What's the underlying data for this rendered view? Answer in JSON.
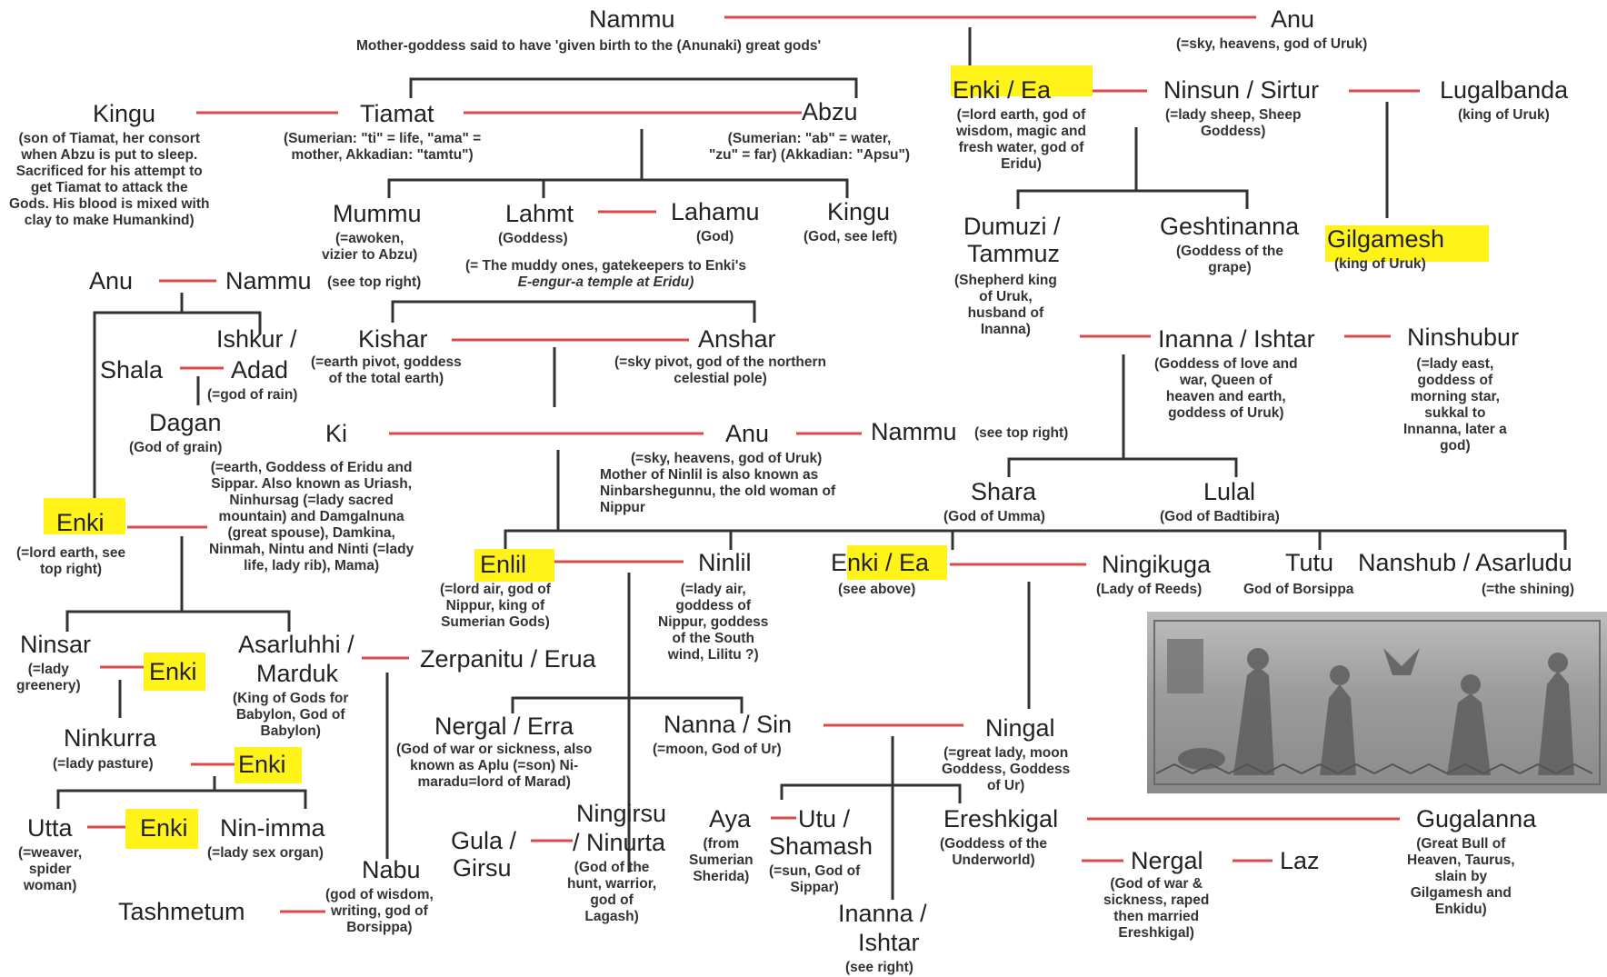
{
  "names": {
    "nammu_top": "Nammu",
    "anu_top": "Anu",
    "enki_ea_top": "Enki / Ea",
    "ninsun": "Ninsun / Sirtur",
    "lugalbanda": "Lugalbanda",
    "kingu_left": "Kingu",
    "tiamat": "Tiamat",
    "abzu": "Abzu",
    "mummu": "Mummu",
    "lahmt": "Lahmt",
    "lahamu": "Lahamu",
    "kingu_mid": "Kingu",
    "dumuzi": "Dumuzi /",
    "tammuz": "Tammuz",
    "geshtinanna": "Geshtinanna",
    "gilgamesh": "Gilgamesh",
    "anu_left": "Anu",
    "nammu_left": "Nammu",
    "ishkur": "Ishkur /",
    "shala": "Shala",
    "adad": "Adad",
    "kishar": "Kishar",
    "anshar": "Anshar",
    "inanna_right": "Inanna / Ishtar",
    "ninshubur": "Ninshubur",
    "dagan": "Dagan",
    "ki": "Ki",
    "anu_mid": "Anu",
    "nammu_mid": "Nammu",
    "shara": "Shara",
    "lulal": "Lulal",
    "enki_left": "Enki",
    "enlil": "Enlil",
    "ninlil": "Ninlil",
    "enki_ea_mid": "Enki / Ea",
    "ningikuga": "Ningikuga",
    "tutu": "Tutu",
    "nanshub": "Nanshub / Asarludu",
    "ninsar": "Ninsar",
    "enki_ninsar": "Enki",
    "asarluhhi": "Asarluhhi /",
    "marduk": "Marduk",
    "zerpanitu": "Zerpanitu / Erua",
    "ninkurra": "Ninkurra",
    "enki_ninkurra": "Enki",
    "nergal_erra": "Nergal / Erra",
    "nanna": "Nanna / Sin",
    "ningal": "Ningal",
    "utta": "Utta",
    "enki_utta": "Enki",
    "ninimma": "Nin-imma",
    "ningirsu": "Ningirsu",
    "gula": "Gula /",
    "girsu": "Girsu",
    "ninurta": "/ Ninurta",
    "aya": "Aya",
    "utu": "Utu /",
    "shamash": "Shamash",
    "ereshkigal": "Ereshkigal",
    "gugalanna": "Gugalanna",
    "nabu": "Nabu",
    "nergal2": "Nergal",
    "laz": "Laz",
    "tashmetum": "Tashmetum",
    "inanna_bottom1": "Inanna /",
    "inanna_bottom2": "Ishtar"
  },
  "notes": {
    "nammu_top": "Mother-goddess said to have 'given birth to the (Anunaki) great gods'",
    "anu_top": "(=sky, heavens, god of Uruk)",
    "enki_ea_top": [
      "(=lord earth, god of",
      "wisdom, magic and",
      "fresh water, god of",
      "Eridu)"
    ],
    "ninsun": [
      "(=lady sheep, Sheep",
      "Goddess)"
    ],
    "lugalbanda": "(king of Uruk)",
    "kingu_left": [
      "(son of Tiamat, her consort",
      "when Abzu is put to sleep.",
      "Sacrificed for his attempt to",
      "get Tiamat to attack the",
      "Gods. His blood is mixed with",
      "clay to make Humankind)"
    ],
    "tiamat": [
      "(Sumerian: \"ti\" = life, \"ama\" =",
      "mother, Akkadian: \"tamtu\")"
    ],
    "abzu": [
      "(Sumerian: \"ab\" = water,",
      "\"zu\" = far) (Akkadian: \"Apsu\")"
    ],
    "mummu": [
      "(=awoken,",
      "vizier to Abzu)"
    ],
    "lahmt": "(Goddess)",
    "lahamu": "(God)",
    "kingu_mid": "(God, see left)",
    "muddy": [
      "(= The muddy ones, gatekeepers to Enki's",
      "E-engur-a temple at Eridu)"
    ],
    "dumuzi": [
      "(Shepherd king",
      "of Uruk,",
      "husband of",
      "Inanna)"
    ],
    "geshtinanna": [
      "(Goddess of the",
      "grape)"
    ],
    "gilgamesh": "(king of Uruk)",
    "nammu_left": "(see top right)",
    "adad": [
      "(=god of rain)"
    ],
    "kishar": [
      "(=earth pivot, goddess",
      "of the total earth)"
    ],
    "anshar": [
      "(=sky pivot, god of the northern",
      "celestial pole)"
    ],
    "inanna_right": [
      "(Goddess of love and",
      "war, Queen of",
      "heaven and earth,",
      "goddess of Uruk)"
    ],
    "ninshubur": [
      "(=lady east,",
      "goddess of",
      "morning star,",
      "sukkal to",
      "Innanna, later a",
      "god)"
    ],
    "dagan": "(God of grain)",
    "ki": [
      "(=earth, Goddess of Eridu and",
      "Sippar. Also known as Uriash,",
      "Ninhursag (=lady sacred",
      "mountain) and Damgalnuna",
      "(great spouse), Damkina,",
      "Ninmah, Nintu and Ninti (=lady",
      "life, lady rib), Mama)"
    ],
    "anu_mid": [
      "(=sky, heavens, god of Uruk)",
      "Mother of Ninlil is also known as",
      "Ninbarshegunnu, the old woman of",
      "Nippur"
    ],
    "nammu_mid": "(see top right)",
    "shara": "(God of Umma)",
    "lulal": "(God of Badtibira)",
    "enki_left": [
      "(=lord earth, see",
      "top right)"
    ],
    "enlil": [
      "(=lord air, god of",
      "Nippur, king of",
      "Sumerian Gods)"
    ],
    "ninlil": [
      "(=lady air,",
      "goddess of",
      "Nippur, goddess",
      "of the South",
      "wind, Lilitu ?)"
    ],
    "enki_ea_mid": "(see above)",
    "ningikuga": "(Lady of Reeds)",
    "tutu": "God of Borsippa",
    "nanshub": "(=the shining)",
    "ninsar": [
      "(=lady",
      "greenery)"
    ],
    "marduk": [
      "(King of Gods for",
      "Babylon, God of",
      "Babylon)"
    ],
    "ninkurra": "(=lady pasture)",
    "nergal_erra": [
      "(God of war or sickness, also",
      "known as Aplu (=son) Ni-",
      "maradu=lord of Marad)"
    ],
    "nanna": "(=moon, God of Ur)",
    "ningal": [
      "(=great lady, moon",
      "Goddess, Goddess",
      "of Ur)"
    ],
    "utta": [
      "(=weaver,",
      "spider",
      "woman)"
    ],
    "ninimma": "(=lady sex organ)",
    "ninurta": [
      "(God of the",
      "hunt, warrior,",
      "god of",
      "Lagash)"
    ],
    "aya": [
      "(from",
      "Sumerian",
      "Sherida)"
    ],
    "shamash": [
      "(=sun, God of",
      "Sippar)"
    ],
    "ereshkigal": [
      "(Goddess of the",
      "Underworld)"
    ],
    "gugalanna": [
      "(Great Bull of",
      "Heaven, Taurus,",
      "slain by",
      "Gilgamesh and",
      "Enkidu)"
    ],
    "nabu": [
      "(god of wisdom,",
      "writing, god of",
      "Borsippa)"
    ],
    "nergal2": [
      "(God of war &",
      "sickness, raped",
      "then married",
      "Ereshkigal)"
    ],
    "inanna_bottom": "(see right)"
  },
  "colors": {
    "marriage_line": "#d94a4a",
    "descent_line": "#333333",
    "highlight": "#fff31a",
    "text": "#222222"
  }
}
